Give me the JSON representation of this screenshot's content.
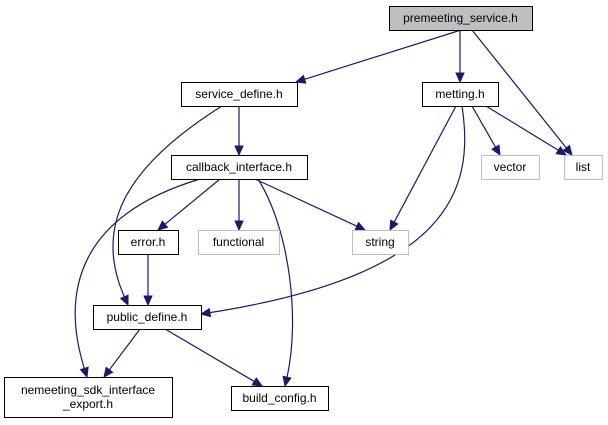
{
  "title": "premeeting_service.h",
  "nodes": {
    "premeeting_service": {
      "label": [
        "premeeting_service.h"
      ],
      "kind": "root"
    },
    "service_define": {
      "label": [
        "service_define.h"
      ],
      "kind": "file"
    },
    "metting": {
      "label": [
        "metting.h"
      ],
      "kind": "file"
    },
    "callback_interface": {
      "label": [
        "callback_interface.h"
      ],
      "kind": "file"
    },
    "vector": {
      "label": [
        "vector"
      ],
      "kind": "external"
    },
    "list": {
      "label": [
        "list"
      ],
      "kind": "external"
    },
    "error": {
      "label": [
        "error.h"
      ],
      "kind": "file"
    },
    "functional": {
      "label": [
        "functional"
      ],
      "kind": "external"
    },
    "string": {
      "label": [
        "string"
      ],
      "kind": "external"
    },
    "public_define": {
      "label": [
        "public_define.h"
      ],
      "kind": "file"
    },
    "nemeeting_sdk_interface_export": {
      "label": [
        "nemeeting_sdk_interface",
        "_export.h"
      ],
      "kind": "file"
    },
    "build_config": {
      "label": [
        "build_config.h"
      ],
      "kind": "file"
    }
  },
  "edges": [
    {
      "from": "premeeting_service",
      "to": "service_define"
    },
    {
      "from": "premeeting_service",
      "to": "metting"
    },
    {
      "from": "premeeting_service",
      "to": "list"
    },
    {
      "from": "service_define",
      "to": "callback_interface"
    },
    {
      "from": "service_define",
      "to": "public_define"
    },
    {
      "from": "metting",
      "to": "vector"
    },
    {
      "from": "metting",
      "to": "list"
    },
    {
      "from": "metting",
      "to": "string"
    },
    {
      "from": "metting",
      "to": "public_define"
    },
    {
      "from": "callback_interface",
      "to": "error"
    },
    {
      "from": "callback_interface",
      "to": "functional"
    },
    {
      "from": "callback_interface",
      "to": "string"
    },
    {
      "from": "callback_interface",
      "to": "nemeeting_sdk_interface_export"
    },
    {
      "from": "callback_interface",
      "to": "build_config"
    },
    {
      "from": "error",
      "to": "public_define"
    },
    {
      "from": "public_define",
      "to": "nemeeting_sdk_interface_export"
    },
    {
      "from": "public_define",
      "to": "build_config"
    }
  ],
  "colors": {
    "edge": "#191970",
    "root_fill": "#bfbfbf",
    "node_border": "#000000",
    "external_border": "#bfbfbf"
  }
}
